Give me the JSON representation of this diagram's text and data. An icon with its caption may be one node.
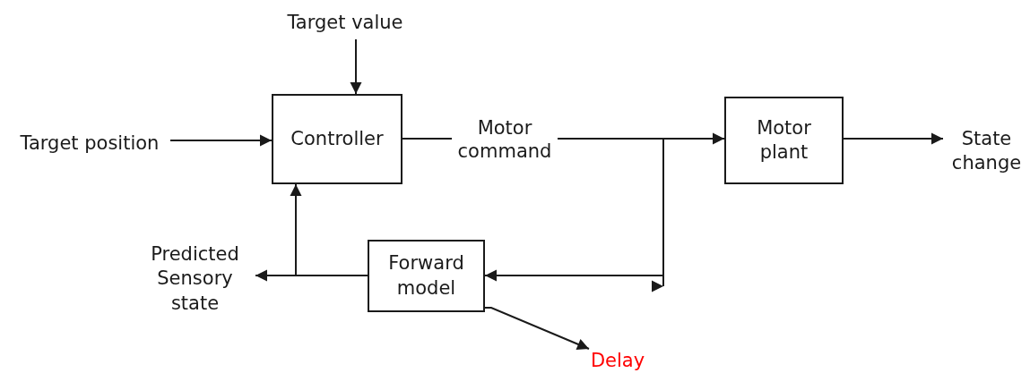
{
  "diagram": {
    "nodes": [
      {
        "text": [
          "Target value"
        ]
      },
      {
        "text": [
          "Target position"
        ]
      },
      {
        "text": [
          "Controller"
        ]
      },
      {
        "text": [
          "Motor plant"
        ]
      },
      {
        "text": [
          "State change"
        ]
      },
      {
        "text": [
          "Predicted Sensory state"
        ]
      },
      {
        "text": [
          "Forward model"
        ]
      },
      {
        "text": [
          "Delay"
        ]
      }
    ],
    "edges": [
      {
        "from": 0,
        "to": 2,
        "arrow": "to"
      },
      {
        "from": 1,
        "to": 2,
        "arrow": "to"
      },
      {
        "from": 2,
        "to": 3,
        "arrow": "to",
        "label": "Motor command"
      },
      {
        "from": 2,
        "to": 6,
        "arrow": "to"
      },
      {
        "from": 2,
        "to": null,
        "arrow": "to"
      },
      {
        "from": 3,
        "to": 4,
        "arrow": "to"
      },
      {
        "from": 6,
        "to": 5,
        "arrow": "to"
      },
      {
        "from": 6,
        "to": 2,
        "arrow": "to"
      },
      {
        "from": 6,
        "to": 7,
        "arrow": "to"
      }
    ]
  }
}
